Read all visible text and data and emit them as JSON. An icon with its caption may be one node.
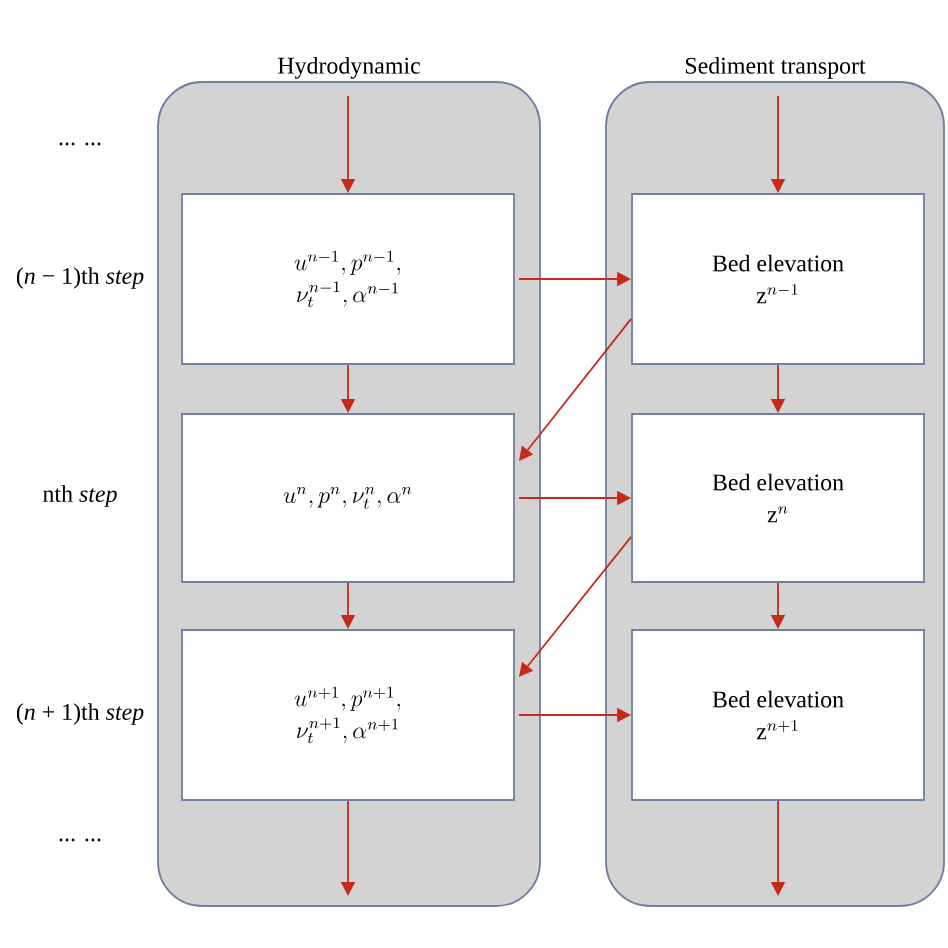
{
  "diagram": {
    "nodes": [
      {
        "text": [
          "Hydrodynamic"
        ]
      },
      {
        "text": [
          "u^{n-1}, p^{n-1},",
          "\\nu_t^{n-1}, \\alpha^{n-1}"
        ],
        "in": 0
      },
      {
        "text": [
          "u^{n}, p^{n}, \\nu_t^{n}, \\alpha^{n}"
        ],
        "in": 0
      },
      {
        "text": [
          "u^{n+1}, p^{n+1},",
          "\\nu_t^{n+1}, \\alpha^{n+1}"
        ],
        "in": 0
      },
      {
        "text": [
          "Sediment transport"
        ]
      },
      {
        "text": [
          "Bed elevation",
          "\\mathrm{z}^{n-1}"
        ],
        "in": 4
      },
      {
        "text": [
          "Bed elevation",
          "\\mathrm{z}^{n}"
        ],
        "in": 4
      },
      {
        "text": [
          "Bed elevation",
          "\\mathrm{z}^{n+1}"
        ],
        "in": 4
      }
    ],
    "edges": [
      {
        "from": null,
        "to": 1,
        "arrow": "to"
      },
      {
        "from": 1,
        "to": 2,
        "arrow": "to"
      },
      {
        "from": 2,
        "to": 3,
        "arrow": "to"
      },
      {
        "from": 3,
        "to": null,
        "arrow": "to"
      },
      {
        "from": null,
        "to": 5,
        "arrow": "to"
      },
      {
        "from": 5,
        "to": 6,
        "arrow": "to"
      },
      {
        "from": 6,
        "to": 7,
        "arrow": "to"
      },
      {
        "from": 7,
        "to": null,
        "arrow": "to"
      },
      {
        "from": 1,
        "to": 5,
        "arrow": "to"
      },
      {
        "from": 2,
        "to": 6,
        "arrow": "to"
      },
      {
        "from": 3,
        "to": 7,
        "arrow": "to"
      },
      {
        "from": 5,
        "to": 2,
        "arrow": "to"
      },
      {
        "from": 6,
        "to": 3,
        "arrow": "to"
      }
    ],
    "labels": [
      "... ...",
      "(*n* − 1)th *step*",
      "nth *step*",
      "(*n* + 1)th *step*",
      "... ..."
    ]
  }
}
